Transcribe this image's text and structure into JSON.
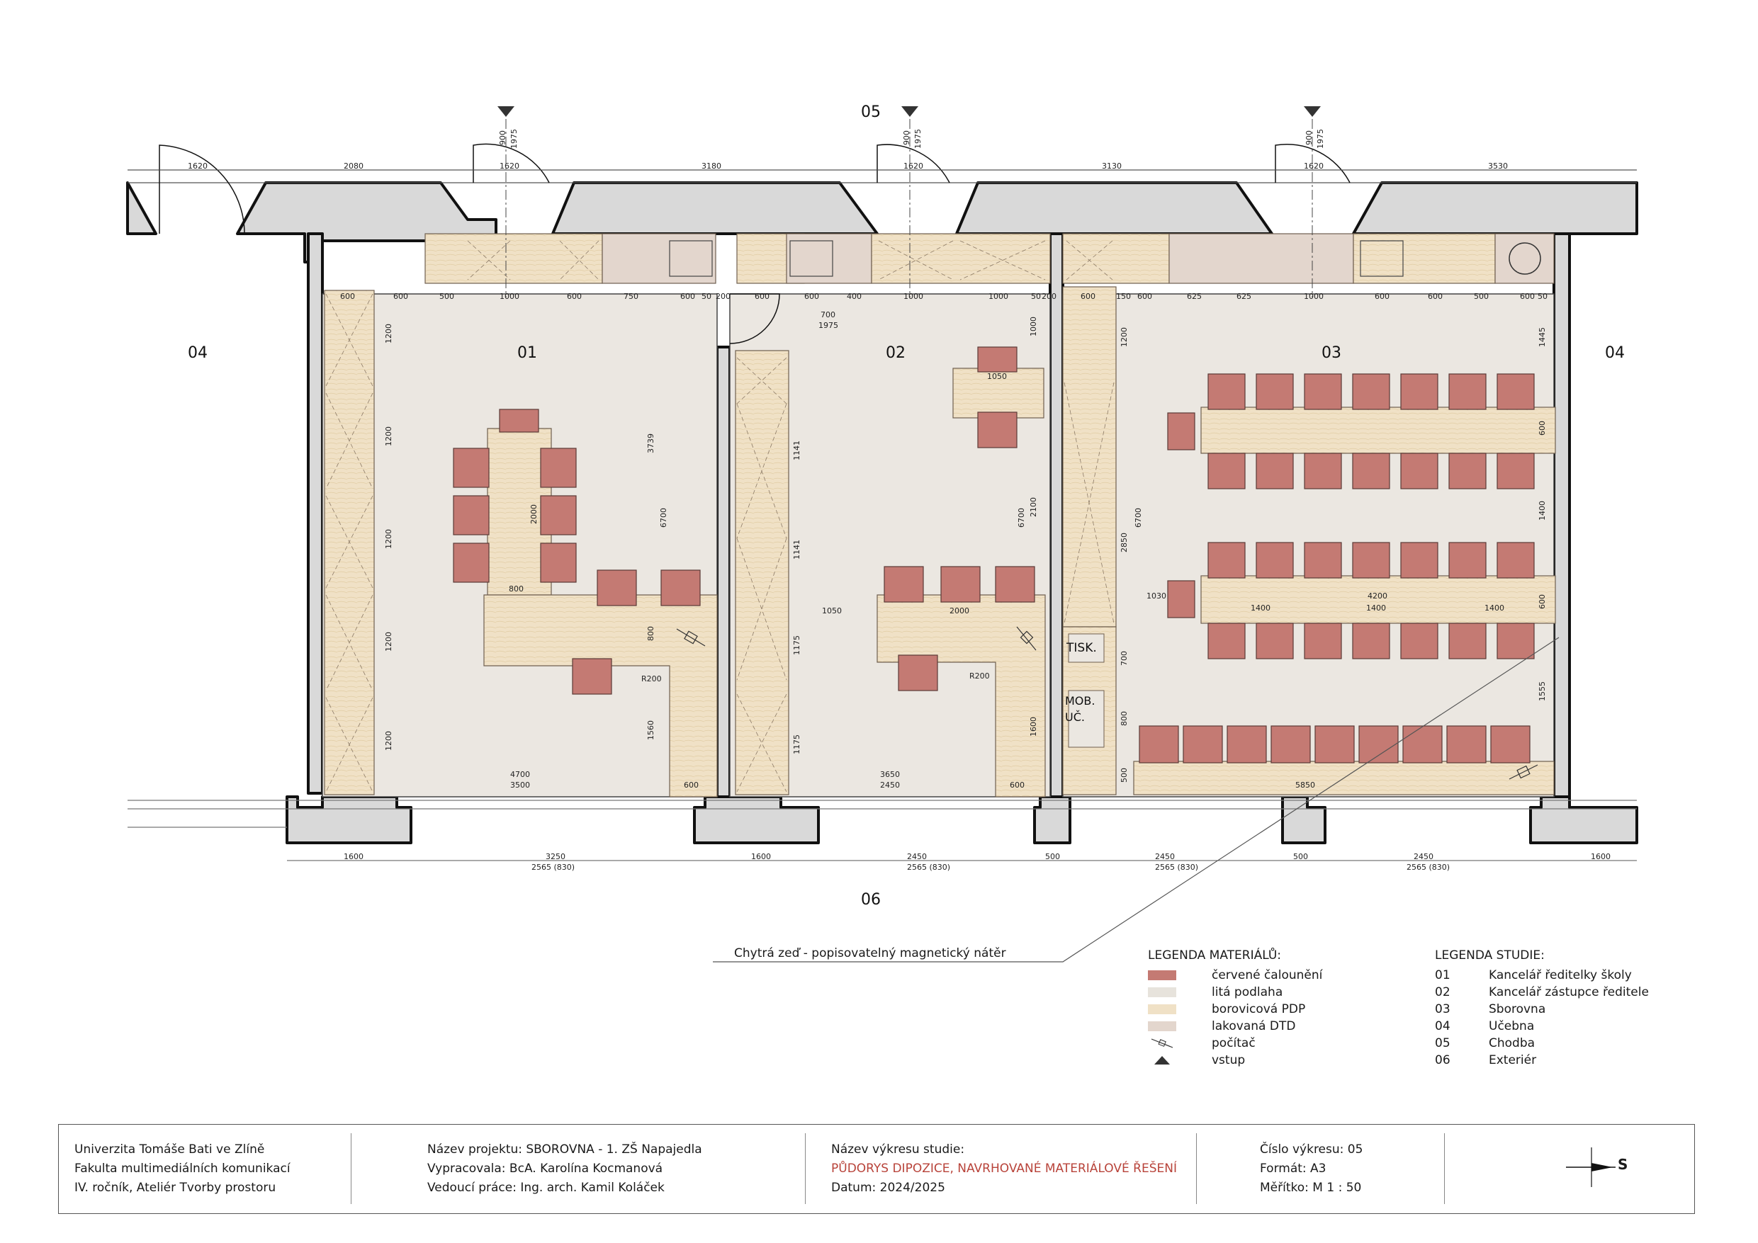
{
  "plan": {
    "room_labels": [
      "01",
      "02",
      "03",
      "04",
      "04",
      "05",
      "06"
    ],
    "tisk_label": "TISK.",
    "mob_label_1": "MOB.",
    "mob_label_2": "UČ.",
    "door_sizes": [
      "900",
      "1975"
    ],
    "small_door": [
      "700",
      "1975"
    ],
    "top_dims": [
      "1620",
      "2080",
      "1620",
      "3180",
      "1620",
      "3130",
      "1620",
      "3530"
    ],
    "cabinet_dims_01": [
      "600",
      "600",
      "500",
      "1000",
      "600",
      "750",
      "600",
      "50",
      "200"
    ],
    "cabinet_dims_02": [
      "600",
      "400",
      "1000",
      "1000",
      "50",
      "200"
    ],
    "cabinet_dims_03": [
      "600",
      "150",
      "600",
      "625",
      "625",
      "1000",
      "600",
      "600",
      "500",
      "600",
      "50"
    ],
    "bottom_dims": [
      "1600",
      "3250",
      "1600",
      "2450",
      "500",
      "2450",
      "500",
      "2450",
      "1600"
    ],
    "bottom_sub": "2565 (830)",
    "dim_4700": "4700",
    "dim_3500": "3500",
    "dim_3650": "3650",
    "dim_2450": "2450",
    "dim_5850": "5850",
    "dim_600": "600",
    "dim_50": "50",
    "dim_800": "800",
    "dim_2000": "2000",
    "dim_1050": "1050",
    "dim_1030": "1030",
    "dim_4200": "4200",
    "dim_1400": "1400",
    "dim_r200": "R200",
    "dim_1200": "1200",
    "dim_3739": "3739",
    "dim_6700": "6700",
    "dim_1560": "1560",
    "dim_1141": "1141",
    "dim_1175": "1175",
    "dim_1000": "1000",
    "dim_2100": "2100",
    "dim_1600": "1600",
    "dim_2850": "2850",
    "dim_700": "700",
    "dim_500": "500",
    "dim_1445": "1445",
    "dim_1555": "1555"
  },
  "callout": "Chytrá zeď - popisovatelný magnetický nátěr",
  "legend_materials": {
    "title": "LEGENDA MATERIÁLŮ:",
    "items": [
      {
        "label": "červené čalounění",
        "color": "#c47a73"
      },
      {
        "label": "litá podlaha",
        "color": "#e7e3dc"
      },
      {
        "label": "borovicová PDP",
        "color": "#f0e1c6"
      },
      {
        "label": "lakovaná DTD",
        "color": "#e3d6cd"
      }
    ],
    "pc_label": "počítač",
    "entry_label": "vstup"
  },
  "legend_study": {
    "title": "LEGENDA STUDIE:",
    "items": [
      {
        "code": "01",
        "label": "Kancelář ředitelky školy"
      },
      {
        "code": "02",
        "label": "Kancelář zástupce ředitele"
      },
      {
        "code": "03",
        "label": "Sborovna"
      },
      {
        "code": "04",
        "label": "Učebna"
      },
      {
        "code": "05",
        "label": "Chodba"
      },
      {
        "code": "06",
        "label": "Exteriér"
      }
    ]
  },
  "titleblock": {
    "school": [
      "Univerzita Tomáše Bati ve Zlíně",
      "Fakulta multimediálních komunikací",
      "IV. ročník, Ateliér Tvorby prostoru"
    ],
    "project": [
      "Název projektu: SBOROVNA - 1. ZŠ Napajedla",
      "Vypracovala: BcA. Karolína Kocmanová",
      "Vedoucí práce: Ing. arch. Kamil Koláček"
    ],
    "drawing_label": "Název výkresu studie:",
    "drawing_title": "PŮDORYS DIPOZICE, NAVRHOVANÉ MATERIÁLOVÉ ŘEŠENÍ",
    "date": "Datum: 2024/2025",
    "sheet": [
      "Číslo výkresu: 05",
      "Formát: A3",
      "Měřítko: M 1 : 50"
    ],
    "north_label": "S"
  },
  "colors": {
    "upholstery": "#c47a73",
    "floor": "#ebe7e1",
    "pine": "#f0e1c6",
    "pine_line": "#c9b38b",
    "dtd": "#e3d6cd",
    "wall": "#d9d9d9",
    "accent_title": "#b8433a"
  }
}
